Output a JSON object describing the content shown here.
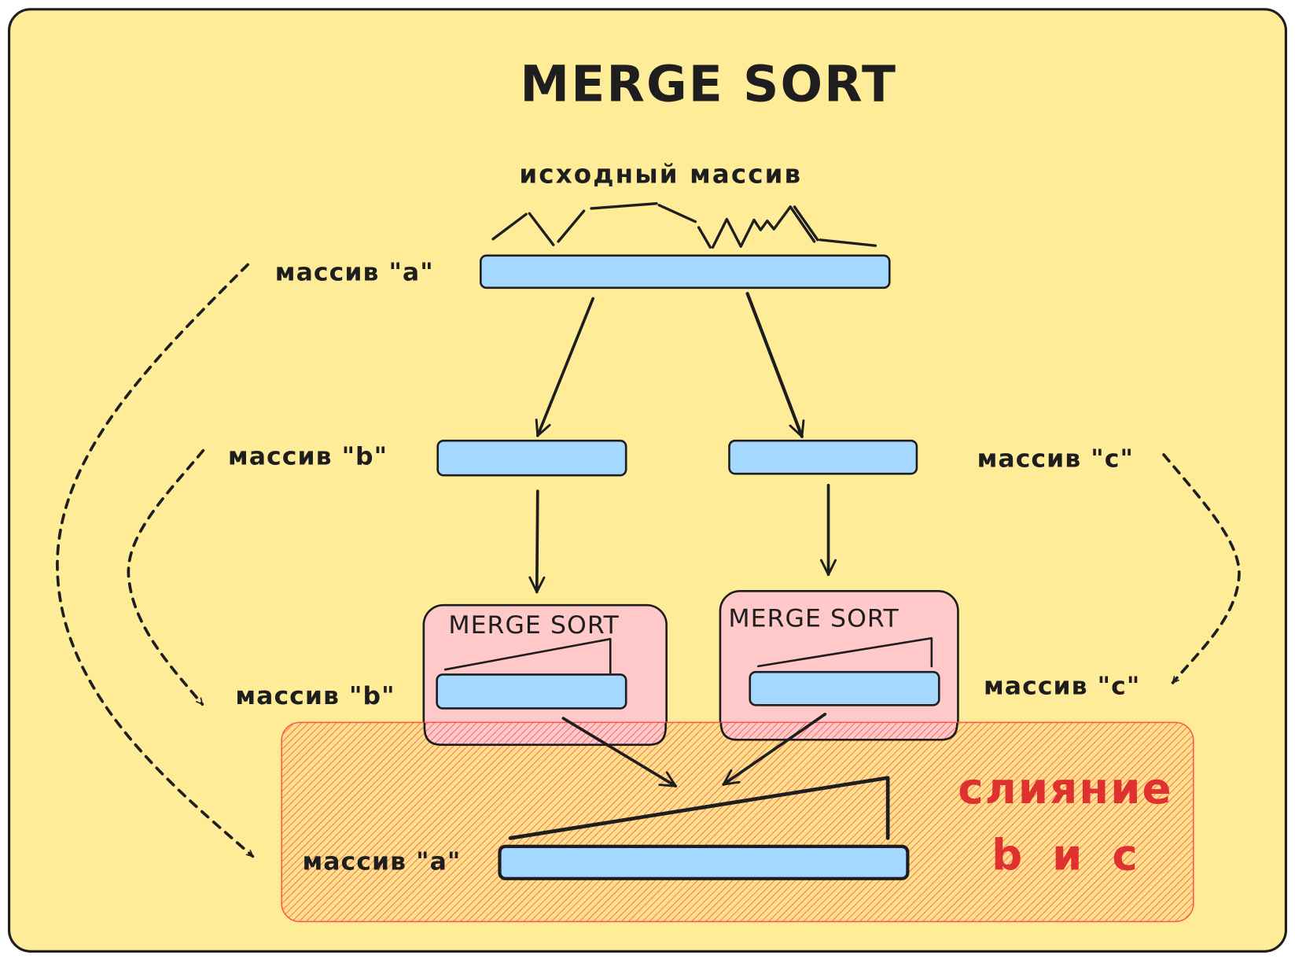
{
  "diagram": {
    "title": "MERGE SORT",
    "source_array_label": "исходный массив",
    "labels": {
      "array_a_top": "массив \"a\"",
      "array_b_mid": "массив \"b\"",
      "array_c_mid": "массив \"c\"",
      "array_b_sorted": "массив \"b\"",
      "array_c_sorted": "массив \"c\"",
      "array_a_result": "массив \"a\""
    },
    "sub_sorts": [
      {
        "title": "MERGE SORT"
      },
      {
        "title": "MERGE SORT"
      }
    ],
    "merge_region": {
      "line1": "слияние",
      "line2": "b и c"
    },
    "colors": {
      "background": "#ffec99",
      "array_fill": "#a5d8ff",
      "subsort_fill": "#ffc9c9",
      "merge_accent": "#e03131",
      "hatch": "#fa5252",
      "stroke": "#1e1e1e"
    }
  }
}
